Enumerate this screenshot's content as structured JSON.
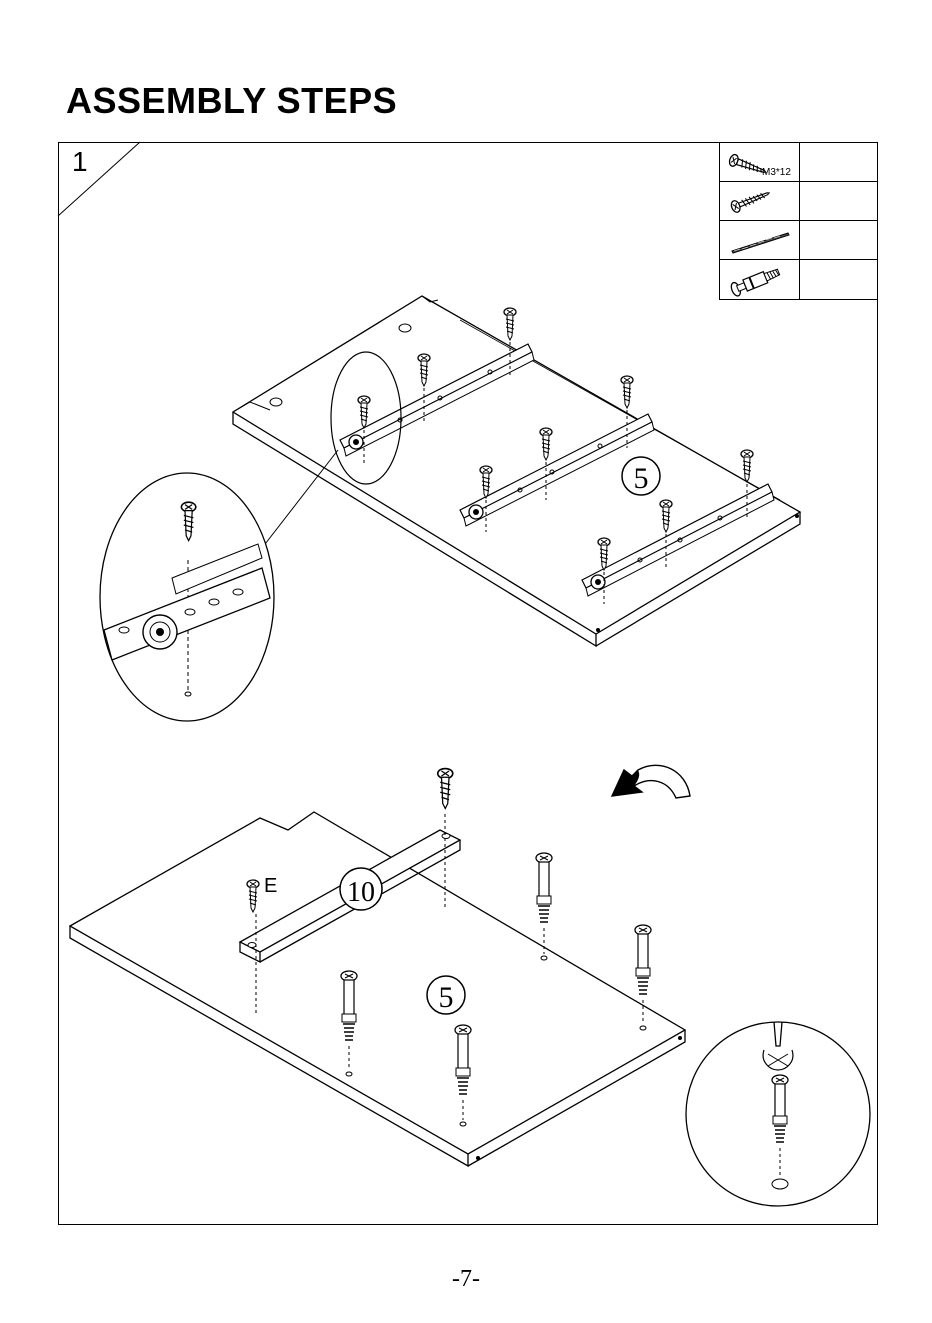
{
  "header": {
    "title": "ASSEMBLY STEPS"
  },
  "step": {
    "number": "1"
  },
  "hardware": {
    "items": [
      {
        "icon": "screw-icon",
        "label": "M3*12"
      },
      {
        "icon": "screw-icon",
        "label": ""
      },
      {
        "icon": "dowel-rod-icon",
        "label": ""
      },
      {
        "icon": "cam-bolt-icon",
        "label": ""
      }
    ]
  },
  "parts": {
    "top_panel": "5",
    "bottom_panel": "5",
    "rail": "10",
    "fastener_letter": "E"
  },
  "footer": {
    "page": "-7-"
  }
}
